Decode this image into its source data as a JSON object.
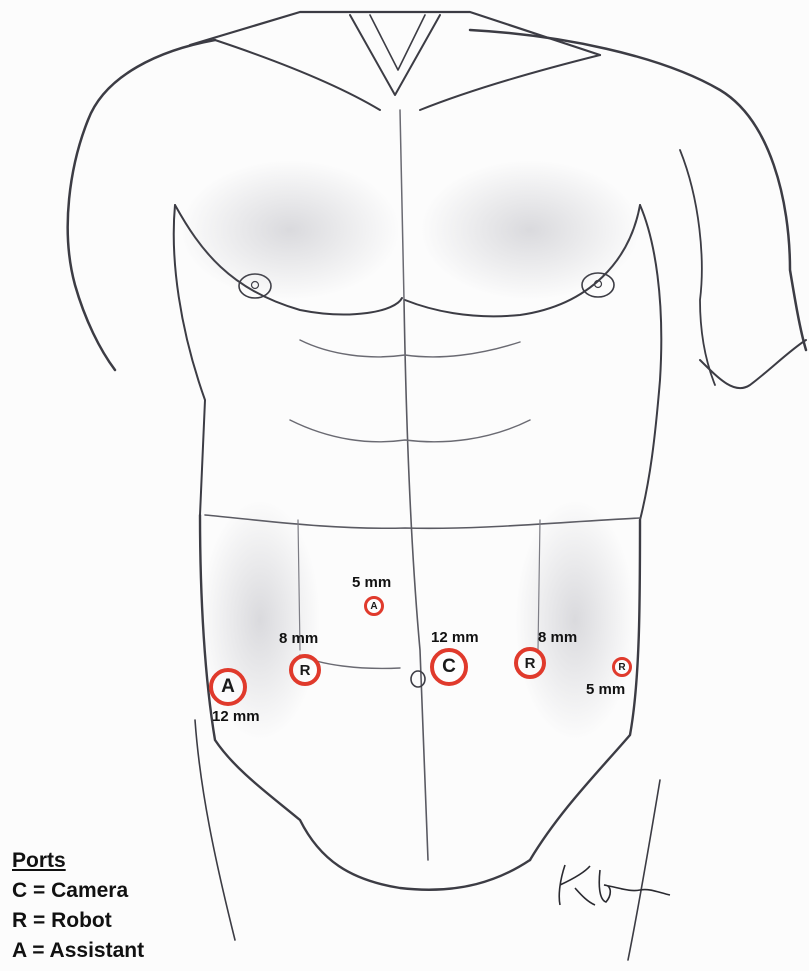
{
  "ports": [
    {
      "id": "assistant-port-5mm",
      "letter": "A",
      "size": "5 mm"
    },
    {
      "id": "robot-port-left-8mm",
      "letter": "R",
      "size": "8 mm"
    },
    {
      "id": "camera-port-12mm",
      "letter": "C",
      "size": "12 mm"
    },
    {
      "id": "robot-port-right-8mm",
      "letter": "R",
      "size": "8 mm"
    },
    {
      "id": "robot-port-5mm",
      "letter": "R",
      "size": "5 mm"
    },
    {
      "id": "assistant-port-12mm",
      "letter": "A",
      "size": "12 mm"
    }
  ],
  "legend": {
    "title": "Ports",
    "items": [
      "C = Camera",
      "R = Robot",
      "A = Assistant"
    ]
  },
  "colors": {
    "port_ring": "#e03a2c",
    "sketch_line": "#3c3c44",
    "shading": "#8c8c96"
  }
}
